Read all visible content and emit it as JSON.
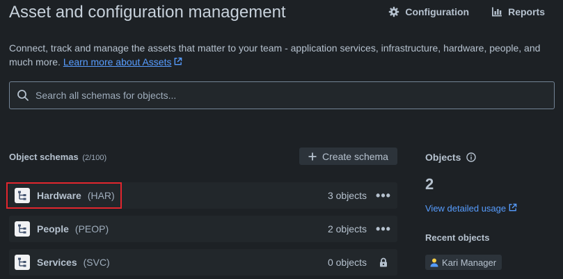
{
  "header": {
    "title": "Asset and configuration management",
    "configuration_label": "Configuration",
    "reports_label": "Reports"
  },
  "intro": {
    "description": "Connect, track and manage the assets that matter to your team - application services, infrastructure, hardware, people, and much more.",
    "learn_more": "Learn more about Assets"
  },
  "search": {
    "placeholder": "Search all schemas for objects...",
    "value": ""
  },
  "schemas": {
    "heading": "Object schemas",
    "count": "(2/100)",
    "create_label": "Create schema",
    "items": [
      {
        "name": "Hardware",
        "key": "(HAR)",
        "count": "3 objects",
        "action_icon": "more-icon"
      },
      {
        "name": "People",
        "key": "(PEOP)",
        "count": "2 objects",
        "action_icon": "more-icon"
      },
      {
        "name": "Services",
        "key": "(SVC)",
        "count": "0 objects",
        "action_icon": "lock-icon"
      }
    ]
  },
  "objects_panel": {
    "title": "Objects",
    "count": "2",
    "usage_link": "View detailed usage",
    "recent_title": "Recent objects",
    "recent_items": [
      {
        "label": "Kari Manager",
        "icon": "person-icon"
      }
    ]
  },
  "colors": {
    "background": "#1d2125",
    "link": "#579dff",
    "highlight_border": "#e2262e"
  }
}
